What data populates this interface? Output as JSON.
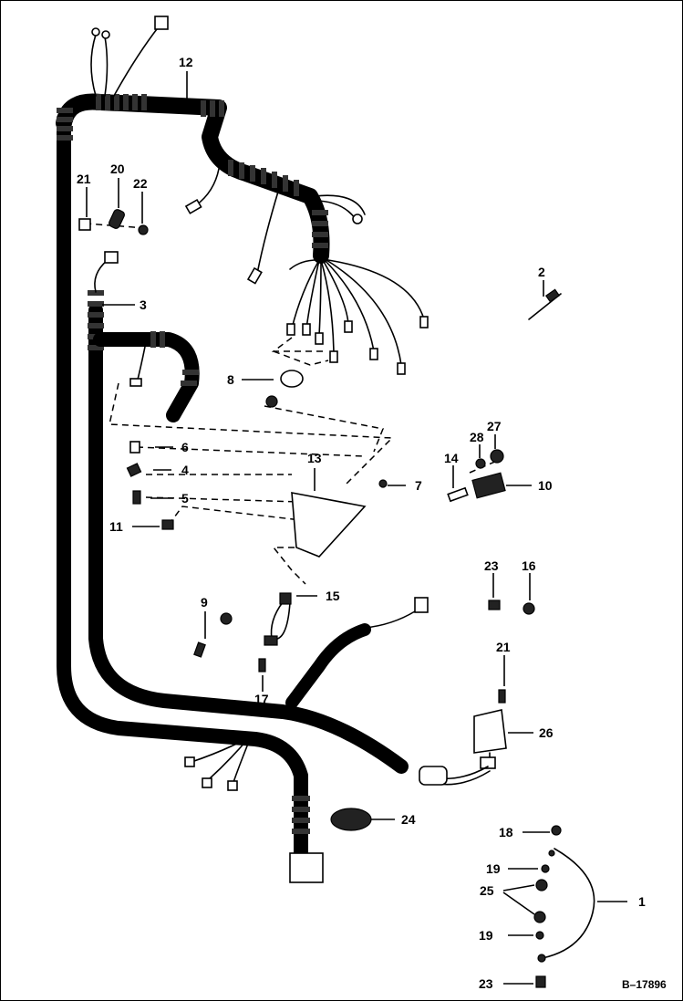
{
  "callouts": [
    {
      "id": "1",
      "text": "1"
    },
    {
      "id": "2",
      "text": "2"
    },
    {
      "id": "3",
      "text": "3"
    },
    {
      "id": "4",
      "text": "4"
    },
    {
      "id": "5",
      "text": "5"
    },
    {
      "id": "6",
      "text": "6"
    },
    {
      "id": "7",
      "text": "7"
    },
    {
      "id": "8",
      "text": "8"
    },
    {
      "id": "9",
      "text": "9"
    },
    {
      "id": "10",
      "text": "10"
    },
    {
      "id": "11",
      "text": "11"
    },
    {
      "id": "12",
      "text": "12"
    },
    {
      "id": "13",
      "text": "13"
    },
    {
      "id": "14",
      "text": "14"
    },
    {
      "id": "15",
      "text": "15"
    },
    {
      "id": "16",
      "text": "16"
    },
    {
      "id": "17",
      "text": "17"
    },
    {
      "id": "18",
      "text": "18"
    },
    {
      "id": "19a",
      "text": "19"
    },
    {
      "id": "19b",
      "text": "19"
    },
    {
      "id": "20",
      "text": "20"
    },
    {
      "id": "21a",
      "text": "21"
    },
    {
      "id": "21b",
      "text": "21"
    },
    {
      "id": "22",
      "text": "22"
    },
    {
      "id": "23a",
      "text": "23"
    },
    {
      "id": "23b",
      "text": "23"
    },
    {
      "id": "24",
      "text": "24"
    },
    {
      "id": "25",
      "text": "25"
    },
    {
      "id": "26",
      "text": "26"
    },
    {
      "id": "27",
      "text": "27"
    },
    {
      "id": "28",
      "text": "28"
    }
  ],
  "figure_id": "B–17896"
}
